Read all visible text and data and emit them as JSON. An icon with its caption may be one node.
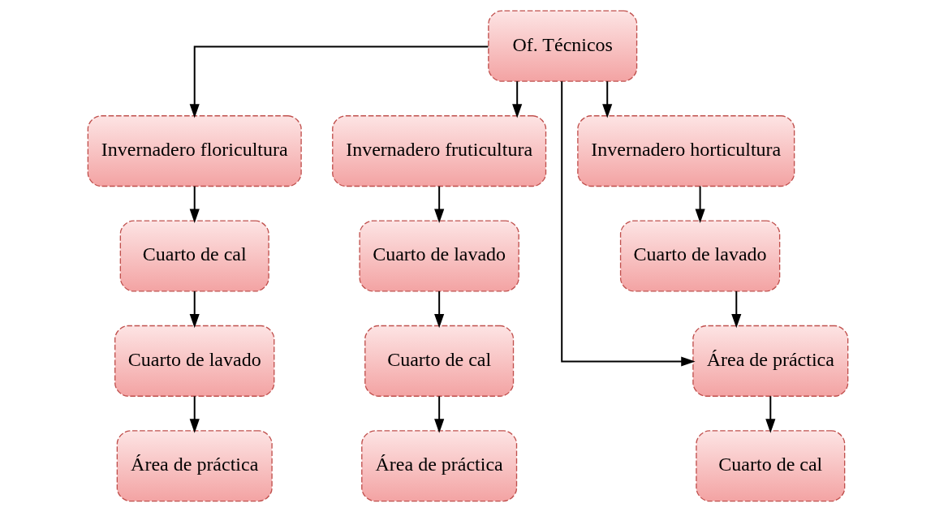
{
  "diagram": {
    "nodes": [
      {
        "text": [
          "Área de práctica"
        ]
      },
      {
        "text": [
          "Cuarto de lavado"
        ]
      },
      {
        "text": [
          "Cuarto de cal"
        ]
      },
      {
        "text": [
          "Invernadero floricultura"
        ]
      },
      {
        "text": [
          "Área de práctica"
        ]
      },
      {
        "text": [
          "Invernadero horticultura"
        ]
      },
      {
        "text": [
          "Of. Técnicos"
        ]
      },
      {
        "text": [
          "Invernadero fruticultura"
        ]
      },
      {
        "text": [
          "Cuarto de cal"
        ]
      },
      {
        "text": [
          "Cuarto de lavado"
        ]
      },
      {
        "text": [
          "Área de práctica"
        ]
      },
      {
        "text": [
          "Cuarto de cal"
        ]
      },
      {
        "text": [
          "Cuarto de lavado"
        ]
      }
    ],
    "edges": [
      {
        "from": 6,
        "to": 3,
        "arrow": "to"
      },
      {
        "from": 3,
        "to": 2,
        "arrow": "to"
      },
      {
        "from": 2,
        "to": 1,
        "arrow": "to"
      },
      {
        "from": 1,
        "to": 0,
        "arrow": "to"
      },
      {
        "from": 6,
        "to": 5,
        "arrow": "to"
      },
      {
        "from": 6,
        "to": 7,
        "arrow": "to"
      },
      {
        "from": 6,
        "to": 10,
        "arrow": "to"
      },
      {
        "from": 5,
        "to": 9,
        "arrow": "to"
      },
      {
        "from": 9,
        "to": 10,
        "arrow": "to"
      },
      {
        "from": 10,
        "to": 11,
        "arrow": "to"
      },
      {
        "from": 7,
        "to": 12,
        "arrow": "to"
      },
      {
        "from": 12,
        "to": 8,
        "arrow": "to"
      },
      {
        "from": 8,
        "to": 4,
        "arrow": "to"
      }
    ]
  }
}
